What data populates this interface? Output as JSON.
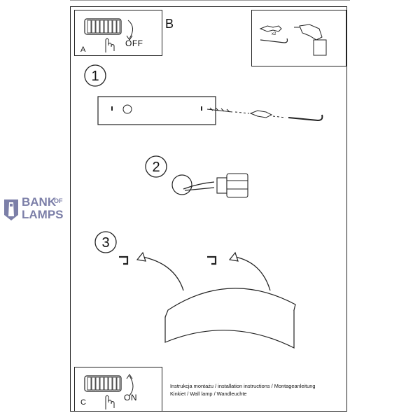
{
  "panels": {
    "a": {
      "letter": "A",
      "switch_label": "OFF"
    },
    "b": {
      "letter": "B",
      "quantity_label": "x2"
    },
    "c": {
      "letter": "C",
      "switch_label": "ON"
    }
  },
  "steps": [
    {
      "number": "1"
    },
    {
      "number": "2"
    },
    {
      "number": "3"
    }
  ],
  "footer": {
    "line1": "Instrukcja montażu / installation instructions / Montageanleitung",
    "line2": "Kinkiet / Wall lamp / Wandleuchte"
  },
  "watermark": {
    "word1": "BANK",
    "word_small": "OF",
    "word2": "LAMPS",
    "color": "#7c7fa8"
  },
  "colors": {
    "line": "#222222",
    "background": "#ffffff"
  }
}
